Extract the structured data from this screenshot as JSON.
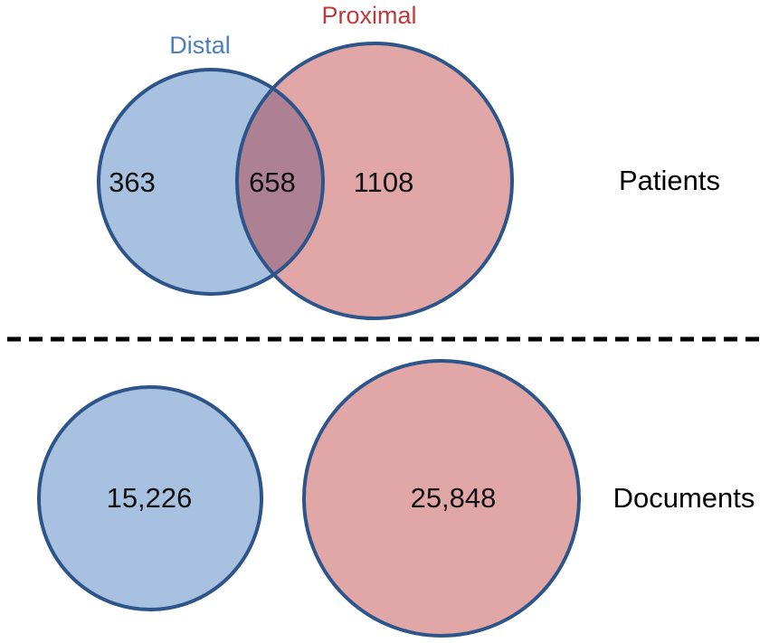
{
  "colors": {
    "distal_fill": "#a8c1e0",
    "proximal_fill": "#e1a7a7",
    "overlap_fill": "#ad8093",
    "circle_stroke": "#2d5589",
    "distal_label": "#4d7fc0",
    "proximal_label": "#c0393b",
    "divider": "#000000"
  },
  "sets": {
    "distal": "Distal",
    "proximal": "Proximal"
  },
  "patients": {
    "label": "Patients",
    "distal_only": "363",
    "overlap": "658",
    "proximal_only": "1108"
  },
  "documents": {
    "label": "Documents",
    "distal": "15,226",
    "proximal": "25,848"
  }
}
